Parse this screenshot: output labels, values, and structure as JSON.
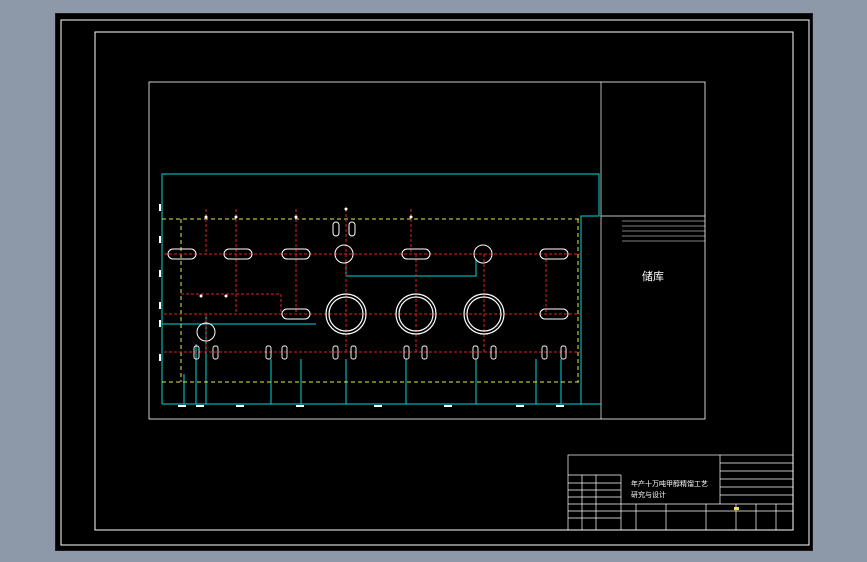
{
  "drawing": {
    "side_label": "储库",
    "title_block": {
      "title_line1": "年产十万吨甲醇精馏工艺",
      "title_line2": "研究与设计"
    }
  },
  "colors": {
    "background": "#000000",
    "frame": "#ffffff",
    "pipe_cyan": "#00d7d7",
    "process_red": "#e02020",
    "centerline_yellow": "#e8e84a",
    "window_gray": "#8d98a8"
  }
}
